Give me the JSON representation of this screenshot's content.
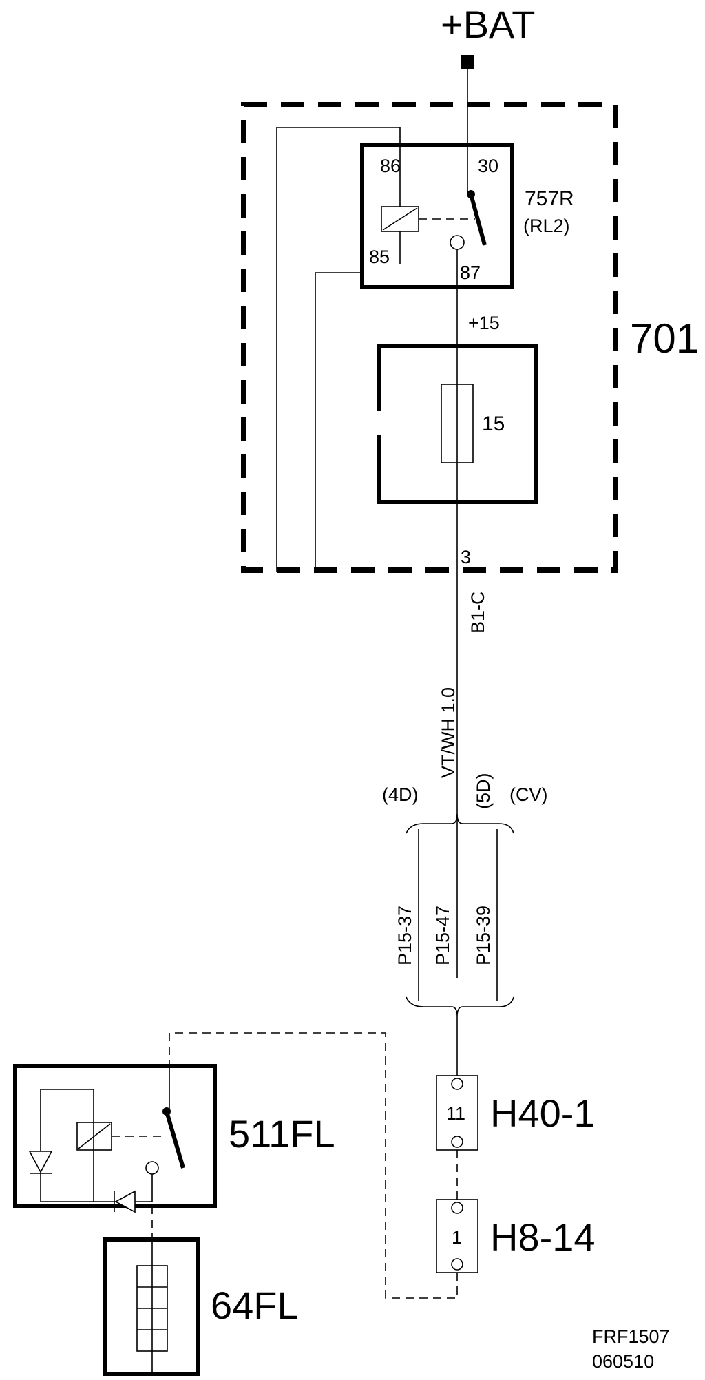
{
  "power": {
    "label": "+BAT"
  },
  "module701": {
    "label": "701"
  },
  "relay": {
    "label": "757R",
    "sublabel": "(RL2)",
    "pin86": "86",
    "pin30": "30",
    "pin85": "85",
    "pin87": "87"
  },
  "fuse": {
    "supply_label": "+15",
    "value": "15"
  },
  "connector_b1c": {
    "pin": "3",
    "label": "B1-C"
  },
  "wire": {
    "spec": "VT/WH  1.0"
  },
  "variants": {
    "v4d": "(4D)",
    "v5d": "(5D)",
    "vcv": "(CV)"
  },
  "pins": {
    "p1537": "P15-37",
    "p1547": "P15-47",
    "p1539": "P15-39"
  },
  "connector_h40": {
    "pin": "11",
    "label": "H40-1"
  },
  "connector_h8": {
    "pin": "1",
    "label": "H8-14"
  },
  "relay511": {
    "label": "511FL"
  },
  "fuse64": {
    "label": "64FL"
  },
  "footer": {
    "ref": "FRF1507",
    "date": "060510"
  }
}
